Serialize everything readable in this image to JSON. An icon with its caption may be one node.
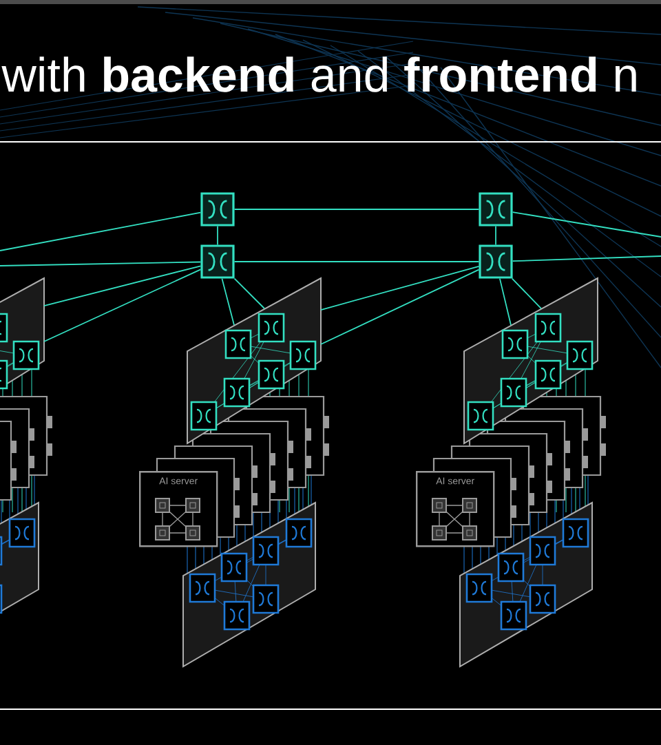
{
  "diagram": {
    "title": "with **backend** and **frontend** n",
    "nodes": [
      {
        "text": [],
        "shape": "box"
      },
      {
        "text": [],
        "shape": "box"
      },
      {
        "text": [],
        "shape": "box"
      },
      {
        "text": [],
        "shape": "box"
      },
      {
        "text": [],
        "shape": "parallelogram"
      },
      {
        "text": [],
        "shape": "parallelogram"
      },
      {
        "text": [],
        "shape": "parallelogram"
      },
      {
        "text": [],
        "shape": "parallelogram"
      },
      {
        "text": [],
        "shape": "parallelogram"
      },
      {
        "text": [],
        "shape": "parallelogram"
      },
      {
        "text": [
          "AI server"
        ]
      },
      {
        "text": [
          "AI server"
        ]
      }
    ],
    "edges": [
      {
        "from": 0,
        "to": 1,
        "arrow": "none"
      },
      {
        "from": 2,
        "to": 3,
        "arrow": "none"
      },
      {
        "from": 0,
        "to": 2,
        "arrow": "none"
      },
      {
        "from": 1,
        "to": 3,
        "arrow": "none"
      },
      {
        "from": 0,
        "to": null,
        "arrow": "none"
      },
      {
        "from": 1,
        "to": null,
        "arrow": "none"
      },
      {
        "from": 2,
        "to": null,
        "arrow": "none"
      },
      {
        "from": 3,
        "to": null,
        "arrow": "none"
      },
      {
        "from": 1,
        "to": 4,
        "arrow": "none"
      },
      {
        "from": 1,
        "to": 4,
        "arrow": "none"
      },
      {
        "from": 1,
        "to": 5,
        "arrow": "none"
      },
      {
        "from": 1,
        "to": 5,
        "arrow": "none"
      },
      {
        "from": 3,
        "to": 5,
        "arrow": "none"
      },
      {
        "from": 3,
        "to": 5,
        "arrow": "none"
      },
      {
        "from": 3,
        "to": 6,
        "arrow": "none"
      },
      {
        "from": 3,
        "to": 6,
        "arrow": "none"
      }
    ]
  }
}
